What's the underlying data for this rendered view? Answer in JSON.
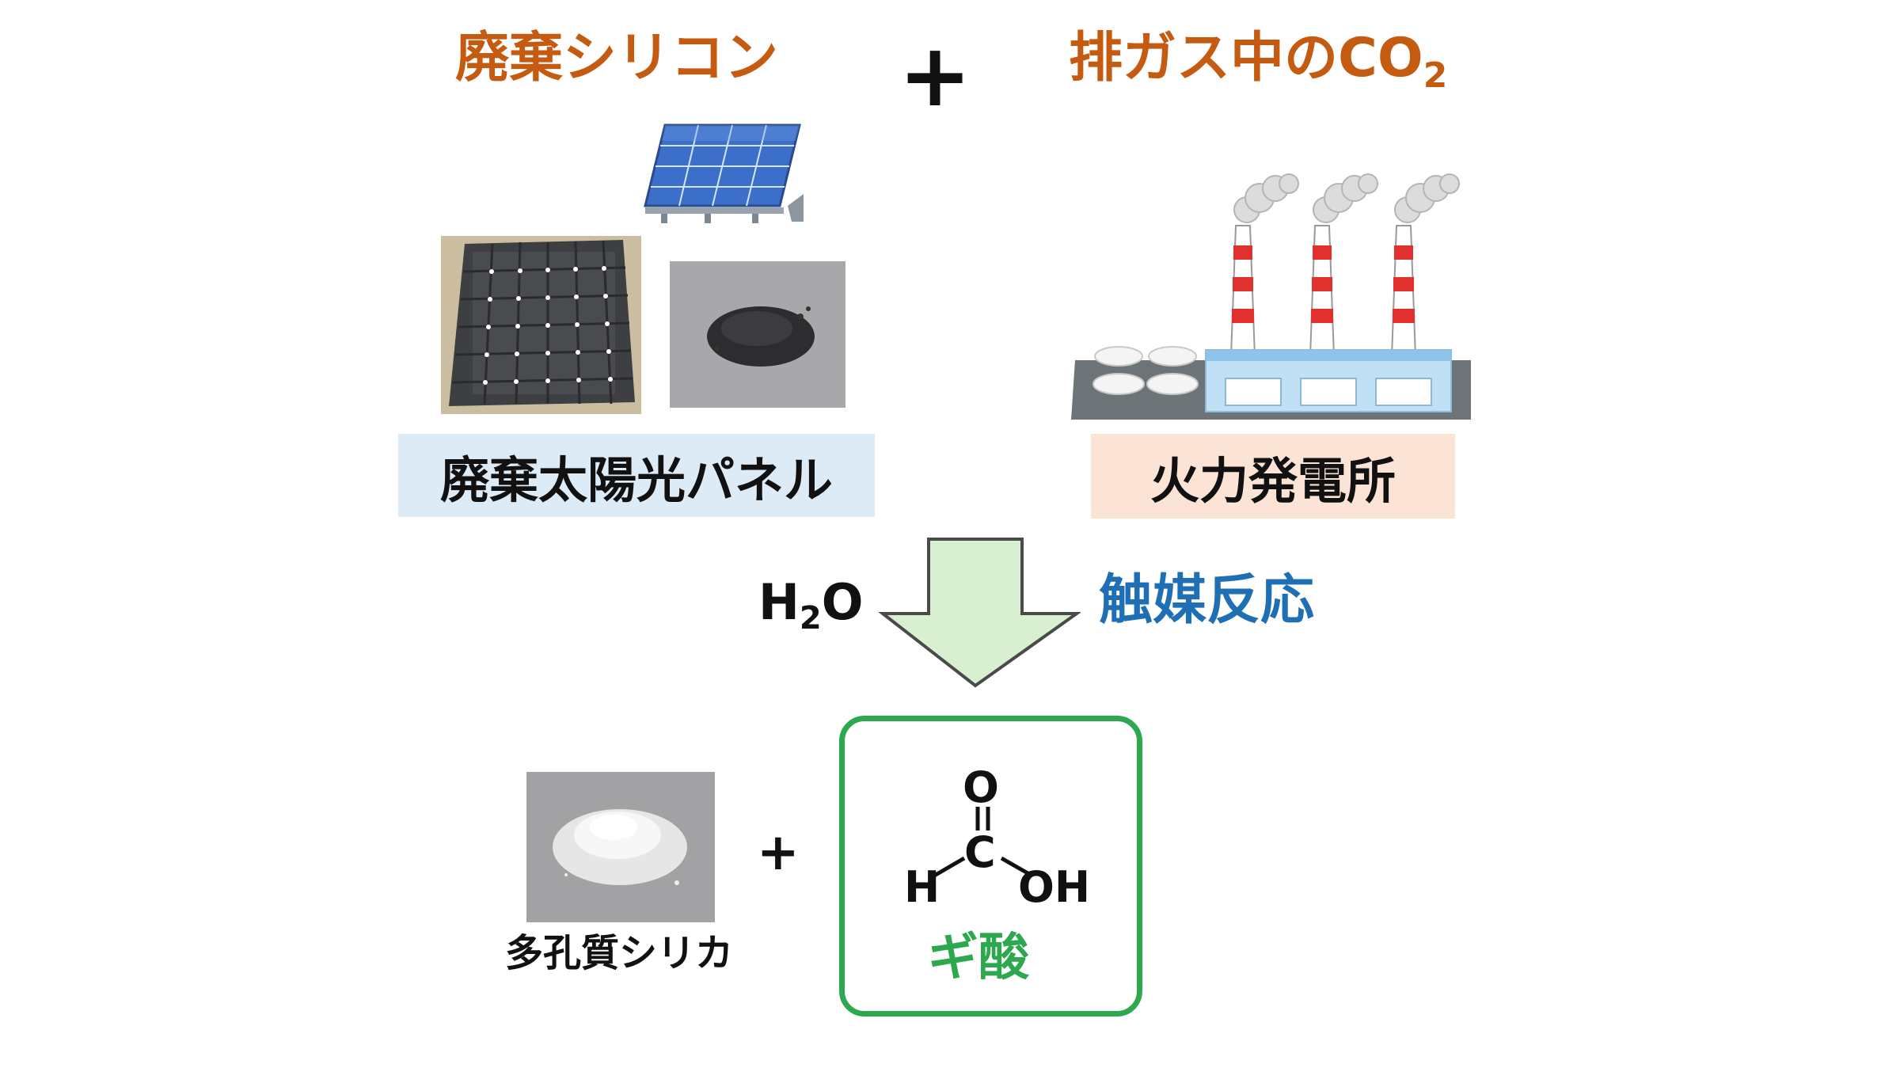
{
  "top": {
    "left_heading": "廃棄シリコン",
    "plus": "+",
    "right_heading_main": "排ガス中のCO",
    "right_heading_sub": "2"
  },
  "left_label": "廃棄太陽光パネル",
  "right_label": "火力発電所",
  "reaction": {
    "reagent_main": "H",
    "reagent_sub": "2",
    "reagent_end": "O",
    "condition": "触媒反応"
  },
  "products": {
    "silica_label": "多孔質シリカ",
    "plus": "+",
    "formic_acid_label": "ギ酸",
    "structure": {
      "o_top": "O",
      "c": "C",
      "h": "H",
      "oh": "OH"
    }
  },
  "colors": {
    "heading": "#c55a11",
    "condition": "#1f6fb4",
    "formic": "#2ea84f",
    "left_label_bg": "#ddebf7",
    "right_label_bg": "#fbe4d5",
    "arrow_fill": "#d8f0d0"
  }
}
